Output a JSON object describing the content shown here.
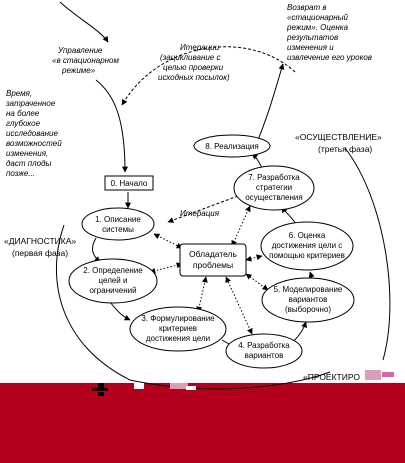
{
  "colors": {
    "band": "#b4001e",
    "band_pink": "#d8a0b0",
    "line": "#000000",
    "paper": "#ffffff"
  },
  "top_left_note": [
    "Управление",
    "«в стационарном",
    "режиме»"
  ],
  "top_right_note": [
    "Возврат в",
    "«стационарный",
    "режим». Оценка",
    "результатов",
    "изменения и",
    "извлечение его уроков"
  ],
  "iterations_note": [
    "Итерации",
    "(зацикливание с",
    "целью проверки",
    "исходных посылок)"
  ],
  "time_note": [
    "Время,",
    "затраченное",
    "на более",
    "глубокое",
    "исследование",
    "возможностей",
    "изменения,",
    "даст плоды",
    "позже..."
  ],
  "phase_implementation": [
    "«ОСУЩЕСТВЛЕНИЕ»",
    "(третья фаза)"
  ],
  "phase_diagnostics": [
    "«ДИАГНОСТИКА»",
    "(первая фаза)"
  ],
  "phase_design": "«ПРОЕКТИРО",
  "start_label": "0. Начало",
  "iteration_label": "Итерация",
  "nodes": {
    "n1": [
      "1. Описание",
      "системы"
    ],
    "n2": [
      "2. Определение",
      "целей и",
      "ограничений"
    ],
    "n3": [
      "3. Формулирование",
      "критериев",
      "достижения цели"
    ],
    "n4": [
      "4. Разработка",
      "вариантов"
    ],
    "n5": [
      "5. Моделирование",
      "вариантов",
      "(выборочно)"
    ],
    "n6": [
      "6. Оценка",
      "достижения цели с",
      "помощью критериев"
    ],
    "n7": [
      "7. Разработка",
      "стратегии",
      "осуществления"
    ],
    "n8": "8. Реализация",
    "owner": [
      "Обладатель",
      "проблемы"
    ]
  }
}
